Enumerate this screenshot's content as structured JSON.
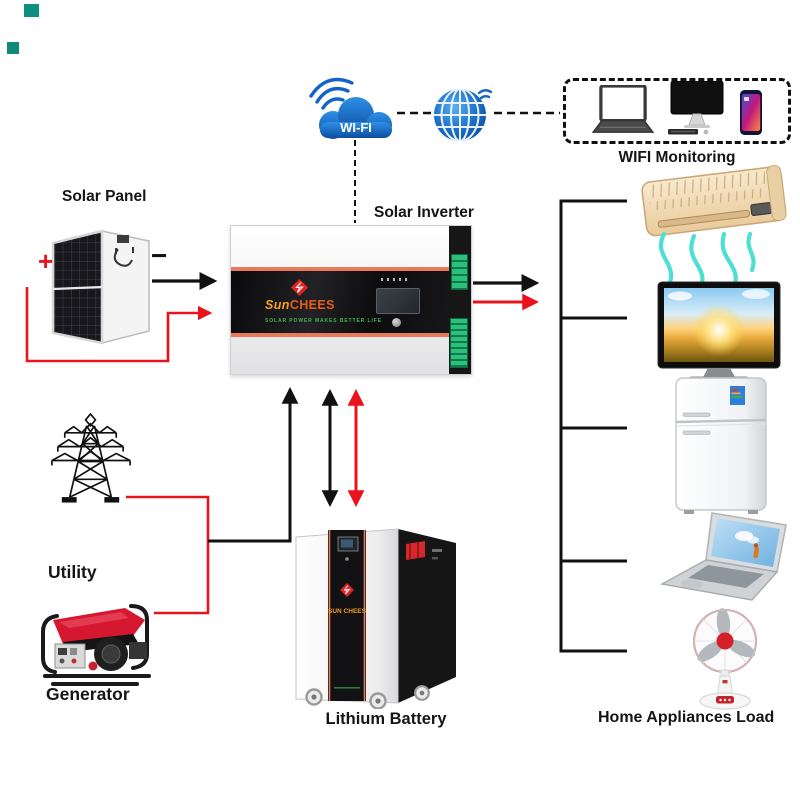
{
  "connectivity": {
    "cloud_label": "WI-FI",
    "monitoring_label": "WIFI Monitoring"
  },
  "nodes": {
    "solar_panel": {
      "label": "Solar Panel",
      "positive": "+",
      "negative": "−"
    },
    "solar_inverter": {
      "label": "Solar Inverter",
      "brand_sun": "Sun",
      "brand_chees": "CHEES",
      "tagline": "SOLAR POWER MAKES BETTER LIFE"
    },
    "utility": {
      "label": "Utility"
    },
    "generator": {
      "label": "Generator"
    },
    "lithium_battery": {
      "label": "Lithium Battery",
      "brand": "SUN CHEES"
    },
    "home_appliances": {
      "label": "Home Appliances Load",
      "devices": [
        "air-conditioner",
        "television",
        "refrigerator",
        "laptop",
        "table-fan"
      ]
    },
    "wifi_monitoring": {
      "devices": [
        "laptop",
        "desktop-computer",
        "smartphone"
      ]
    }
  },
  "edges": [
    {
      "from": "wifi-cloud",
      "to": "internet-globe",
      "style": "dashed",
      "color": "#111111"
    },
    {
      "from": "internet-globe",
      "to": "wifi-monitoring",
      "style": "dashed",
      "color": "#111111"
    },
    {
      "from": "wifi-cloud",
      "to": "solar-inverter",
      "style": "dashed",
      "color": "#111111"
    },
    {
      "from": "solar-panel",
      "to": "solar-inverter",
      "style": "arrow",
      "color": "#111111"
    },
    {
      "from": "solar-panel",
      "to": "solar-inverter",
      "style": "arrow",
      "color": "#e8131c"
    },
    {
      "from": "utility",
      "to": "generator-junction",
      "style": "line",
      "color": "#e8131c"
    },
    {
      "from": "generator",
      "to": "generator-junction",
      "style": "line",
      "color": "#e8131c"
    },
    {
      "from": "generator-junction",
      "to": "solar-inverter",
      "style": "arrow",
      "color": "#111111"
    },
    {
      "from": "solar-inverter",
      "to": "lithium-battery",
      "style": "double-arrow",
      "color": "#111111"
    },
    {
      "from": "solar-inverter",
      "to": "lithium-battery",
      "style": "double-arrow",
      "color": "#e8131c"
    },
    {
      "from": "solar-inverter",
      "to": "appliance-bus",
      "style": "arrow",
      "color": "#111111"
    },
    {
      "from": "solar-inverter",
      "to": "appliance-bus",
      "style": "arrow",
      "color": "#e8131c"
    },
    {
      "from": "appliance-bus",
      "to": "air-conditioner",
      "style": "line",
      "color": "#111111"
    },
    {
      "from": "appliance-bus",
      "to": "television",
      "style": "line",
      "color": "#111111"
    },
    {
      "from": "appliance-bus",
      "to": "refrigerator",
      "style": "line",
      "color": "#111111"
    },
    {
      "from": "appliance-bus",
      "to": "laptop",
      "style": "line",
      "color": "#111111"
    },
    {
      "from": "appliance-bus",
      "to": "table-fan",
      "style": "line",
      "color": "#111111"
    }
  ],
  "colors": {
    "wire_black": "#111111",
    "wire_red": "#e8131c",
    "wifi_blue": "#1565c0",
    "inverter_stripe": "#e8795a",
    "terminal_green": "#25b475",
    "logo_orange": "#f7a11f",
    "logo_diamond_red": "#e02321",
    "tagline_green": "#42b44a",
    "ac_body_beige": "#f2ddb9",
    "ac_air_cyan": "#4de0d2",
    "fan_red": "#d5202a"
  }
}
